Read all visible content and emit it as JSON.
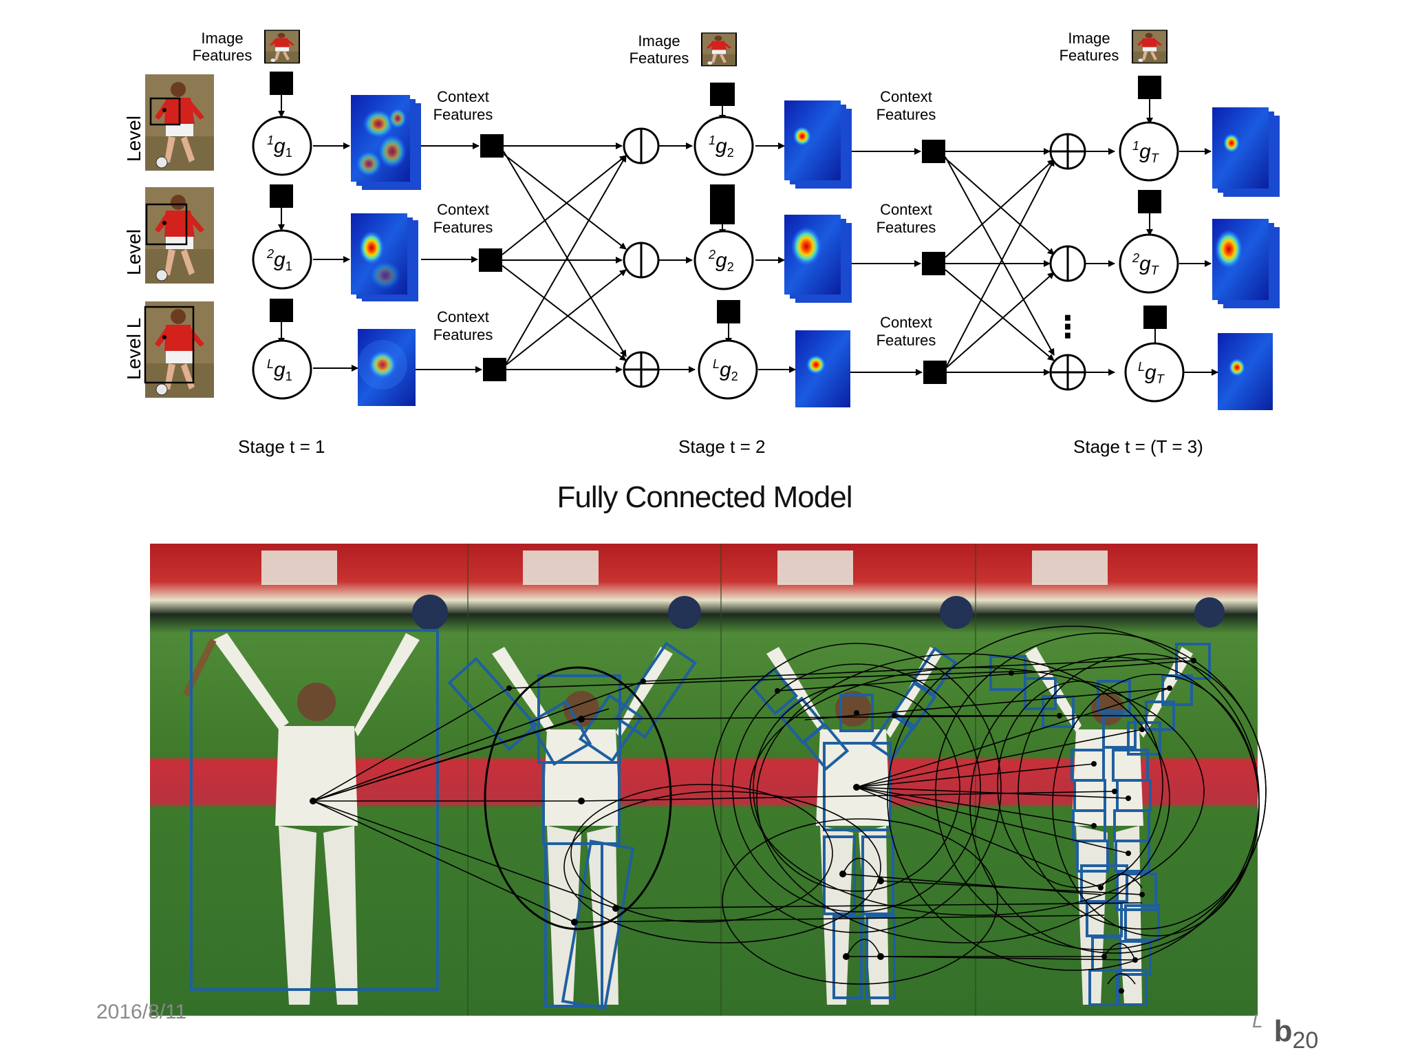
{
  "diagram": {
    "rows": [
      {
        "level_label": "Level",
        "tag_sup": "1",
        "tag_sub": "1"
      },
      {
        "level_label": "Level",
        "tag_sup": "2",
        "tag_sub": "1"
      },
      {
        "level_label": "Level L",
        "tag_sup": "L",
        "tag_sub": "1"
      }
    ],
    "image_features_label": [
      "Image",
      "Features"
    ],
    "context_features_label": [
      "Context",
      "Features"
    ],
    "node_letter": "g",
    "stage_subscripts": [
      "1",
      "2",
      "T"
    ],
    "stage_labels": [
      "Stage t = 1",
      "Stage t = 2",
      "Stage t = (T = 3)"
    ],
    "ellipsis": "⋮"
  },
  "title": "Fully Connected Model",
  "footer": {
    "date": "2016/8/11",
    "page_number": "20",
    "page_prefix": "b",
    "page_ghost": "L"
  },
  "colors": {
    "box_blue": "#1f5fa0",
    "heatmap_dark": "#0a1fa8",
    "heatmap_mid": "#1f6fe6",
    "field_green": "#3f7a2c",
    "stand_red": "#c62a2a"
  }
}
